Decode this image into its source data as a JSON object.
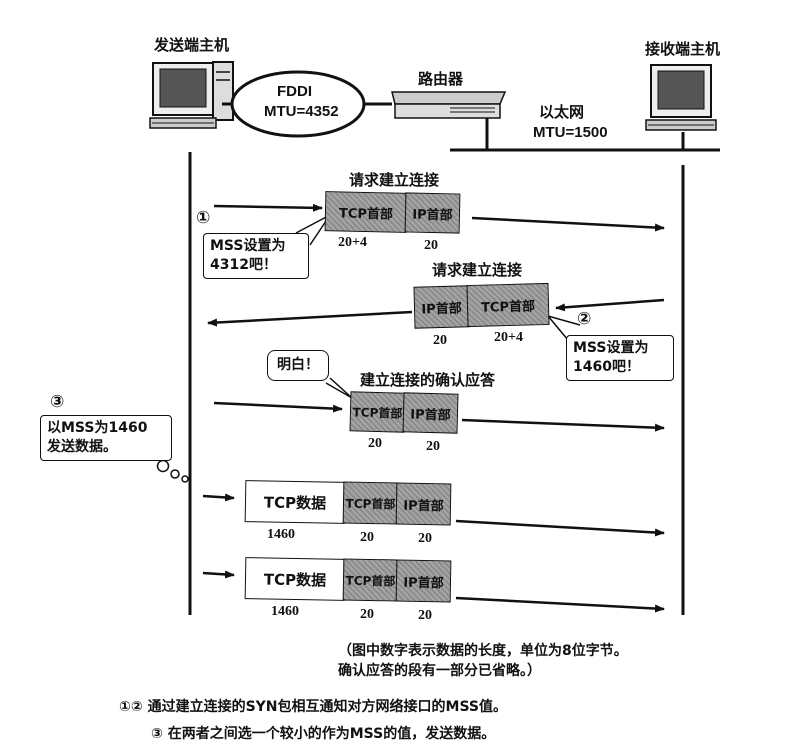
{
  "hosts": {
    "sender": "发送端主机",
    "receiver": "接收端主机",
    "router": "路由器"
  },
  "networks": {
    "fddi_name": "FDDI",
    "fddi_mtu": "MTU=4352",
    "ethernet_name": "以太网",
    "ethernet_mtu": "MTU=1500"
  },
  "steps": {
    "syn1": {
      "marker": "①",
      "caption": "请求建立连接",
      "tcp_header": "TCP首部",
      "ip_header": "IP首部",
      "tcp_len": "20+4",
      "ip_len": "20",
      "bubble": "MSS设置为\n4312吧！"
    },
    "syn2": {
      "marker": "②",
      "caption": "请求建立连接",
      "ip_header": "IP首部",
      "tcp_header": "TCP首部",
      "ip_len": "20",
      "tcp_len": "20+4",
      "bubble": "MSS设置为\n1460吧！"
    },
    "ack": {
      "bubble": "明白！",
      "caption": "建立连接的确认应答",
      "tcp_header": "TCP首部",
      "ip_header": "IP首部",
      "tcp_len": "20",
      "ip_len": "20"
    },
    "step3": {
      "marker": "③",
      "bubble": "以MSS为1460\n发送数据。"
    },
    "data1": {
      "data": "TCP数据",
      "tcp_header": "TCP首部",
      "ip_header": "IP首部",
      "data_len": "1460",
      "tcp_len": "20",
      "ip_len": "20"
    },
    "data2": {
      "data": "TCP数据",
      "tcp_header": "TCP首部",
      "ip_header": "IP首部",
      "data_len": "1460",
      "tcp_len": "20",
      "ip_len": "20"
    }
  },
  "notes": {
    "figure_note": "（图中数字表示数据的长度，单位为8位字节。\n确认应答的段有一部分已省略。）",
    "point1": "①② 通过建立连接的SYN包相互通知对方网络接口的MSS值。",
    "point2": "③ 在两者之间选一个较小的作为MSS的值，发送数据。"
  },
  "colors": {
    "line": "#111111",
    "header_fill": "#999999",
    "data_fill": "#ffffff"
  }
}
